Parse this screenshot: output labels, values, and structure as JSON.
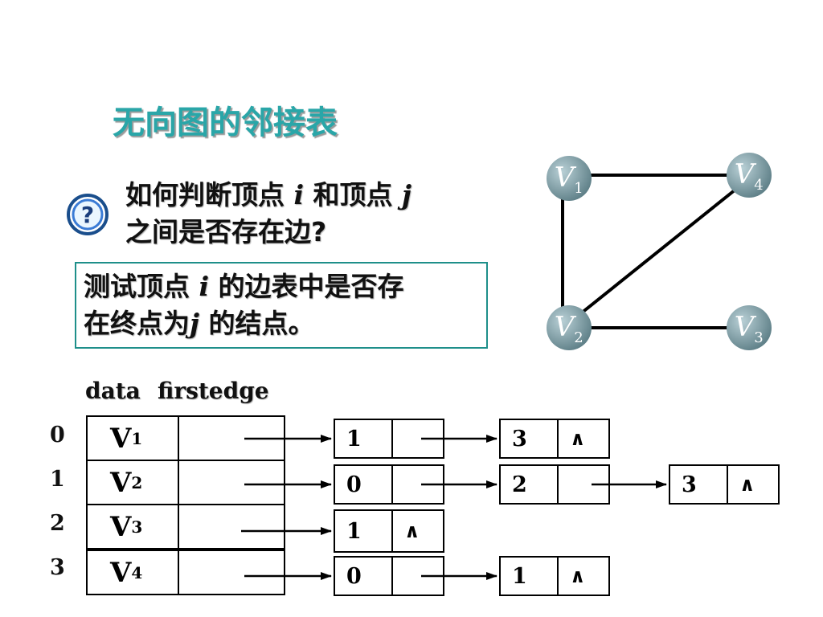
{
  "title": "无向图的邻接表",
  "question": {
    "line1_a": "如何判断顶点 ",
    "line1_i": "i",
    "line1_b": " 和顶点 ",
    "line1_j": "j",
    "line2": "之间是否存在边?"
  },
  "answer": {
    "line1_a": "测试顶点 ",
    "line1_i": "i",
    "line1_b": " 的边表中是否存",
    "line2_a": "在终点为",
    "line2_j": "j",
    "line2_b": " 的结点。"
  },
  "graph": {
    "vertices": [
      {
        "letter": "V",
        "sub": "1"
      },
      {
        "letter": "V",
        "sub": "4"
      },
      {
        "letter": "V",
        "sub": "2"
      },
      {
        "letter": "V",
        "sub": "3"
      }
    ],
    "edges": [
      [
        "V1",
        "V4"
      ],
      [
        "V1",
        "V2"
      ],
      [
        "V2",
        "V4"
      ],
      [
        "V2",
        "V3"
      ]
    ]
  },
  "headers": {
    "data": "data",
    "firstedge": "firstedge"
  },
  "indices": [
    "0",
    "1",
    "2",
    "3"
  ],
  "vertex_table": [
    {
      "letter": "V",
      "sub": "1"
    },
    {
      "letter": "V",
      "sub": "2"
    },
    {
      "letter": "V",
      "sub": "3"
    },
    {
      "letter": "V",
      "sub": "4"
    }
  ],
  "edge_lists": [
    [
      {
        "adjvex": "1",
        "next": ""
      },
      {
        "adjvex": "3",
        "next": "∧"
      }
    ],
    [
      {
        "adjvex": "0",
        "next": ""
      },
      {
        "adjvex": "2",
        "next": ""
      },
      {
        "adjvex": "3",
        "next": "∧"
      }
    ],
    [
      {
        "adjvex": "1",
        "next": "∧"
      }
    ],
    [
      {
        "adjvex": "0",
        "next": ""
      },
      {
        "adjvex": "1",
        "next": "∧"
      }
    ]
  ],
  "colors": {
    "title": "#2aa6a8",
    "node": "#7f9ea6",
    "box_border": "#1e8f8a"
  }
}
